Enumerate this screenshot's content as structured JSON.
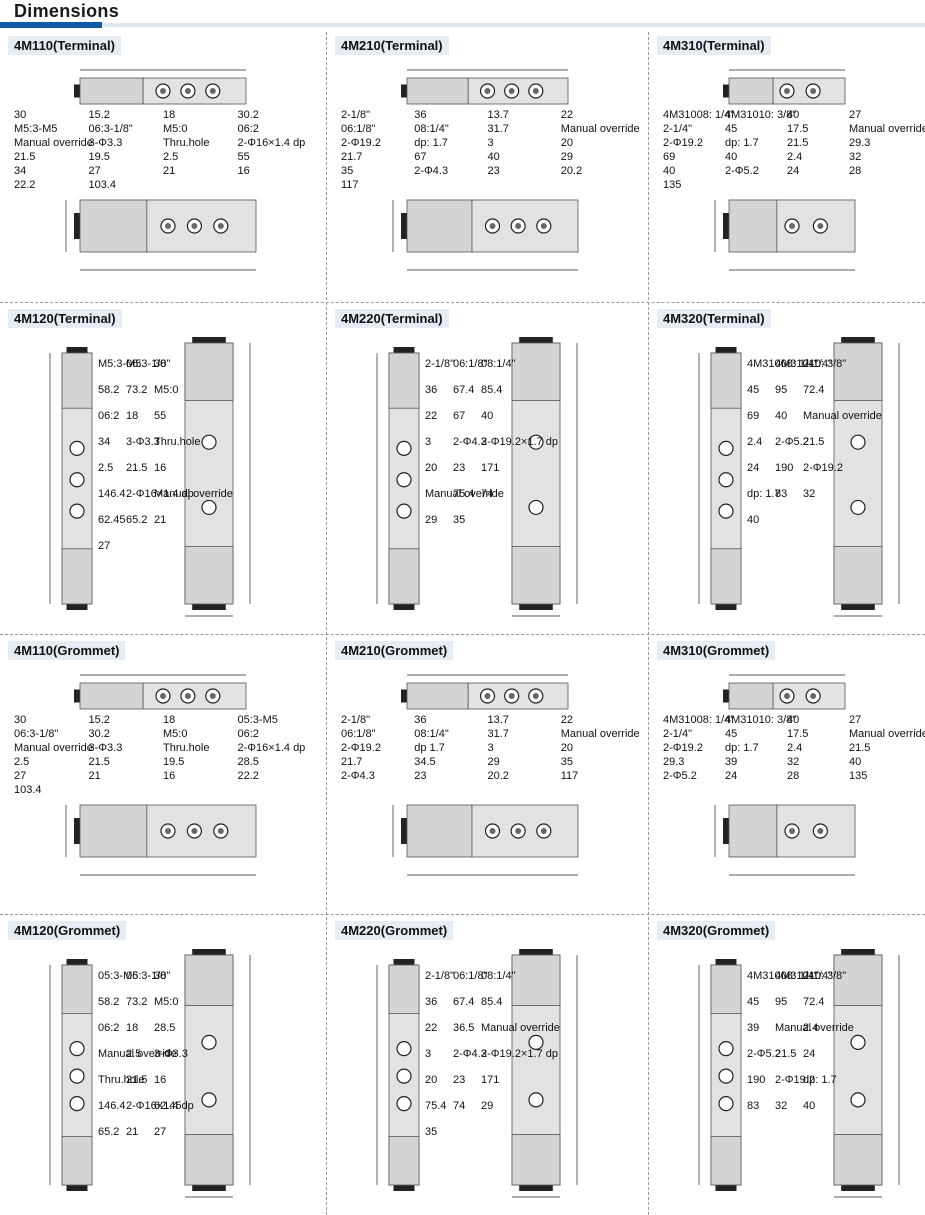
{
  "header": {
    "title": "Dimensions"
  },
  "colors": {
    "accent": "#0e5aa7",
    "label_bg": "#e6ecf3",
    "body": "#d4d4d4"
  },
  "cells": [
    {
      "title": "4M110(Terminal)",
      "dims": [
        "30",
        "15.2",
        "18",
        "30.2",
        "M5:3-M5",
        "06:3-1/8\"",
        "M5:0",
        "06:2",
        "Manual override",
        "3-Φ3.3",
        "Thru.hole",
        "2-Φ16×1.4 dp",
        "21.5",
        "19.5",
        "2.5",
        "55",
        "34",
        "27",
        "21",
        "16",
        "22.2",
        "103.4"
      ]
    },
    {
      "title": "4M210(Terminal)",
      "dims": [
        "2-1/8\"",
        "36",
        "13.7",
        "22",
        "06:1/8\"",
        "08:1/4\"",
        "31.7",
        "Manual override",
        "2-Φ19.2",
        "dp: 1.7",
        "3",
        "20",
        "21.7",
        "67",
        "40",
        "29",
        "35",
        "2-Φ4.3",
        "23",
        "20.2",
        "117"
      ]
    },
    {
      "title": "4M310(Terminal)",
      "dims": [
        "4M31008: 1/4\"",
        "4M31010: 3/8\"",
        "40",
        "27",
        "2-1/4\"",
        "45",
        "17.5",
        "Manual override",
        "2-Φ19.2",
        "dp: 1.7",
        "21.5",
        "29.3",
        "69",
        "40",
        "2.4",
        "32",
        "40",
        "2-Φ5.2",
        "24",
        "28",
        "135"
      ]
    },
    {
      "title": "4M120(Terminal)",
      "dims": [
        "M5:3-M5",
        "06:3-1/8\"",
        "30",
        "58.2",
        "73.2",
        "M5:0",
        "06:2",
        "18",
        "55",
        "34",
        "3-Φ3.3",
        "Thru.hole",
        "2.5",
        "21.5",
        "16",
        "146.4",
        "2-Φ16×1.4 dp",
        "Manual override",
        "62.45",
        "65.2",
        "21",
        "27"
      ]
    },
    {
      "title": "4M220(Terminal)",
      "dims": [
        "2-1/8\"",
        "06:1/8\"",
        "08:1/4\"",
        "36",
        "67.4",
        "85.4",
        "22",
        "67",
        "40",
        "3",
        "2-Φ4.3",
        "2-Φ19.2×1.7 dp",
        "20",
        "23",
        "171",
        "Manual override",
        "75.4",
        "74",
        "29",
        "35"
      ]
    },
    {
      "title": "4M320(Terminal)",
      "dims": [
        "4M31008: 1/4\"",
        "4M31010: 3/8\"",
        "2-1/4\"",
        "45",
        "95",
        "72.4",
        "69",
        "40",
        "Manual override",
        "2.4",
        "2-Φ5.2",
        "21.5",
        "24",
        "190",
        "2-Φ19.2",
        "dp: 1.7",
        "83",
        "32",
        "40"
      ]
    },
    {
      "title": "4M110(Grommet)",
      "dims": [
        "30",
        "15.2",
        "18",
        "05:3-M5",
        "06:3-1/8\"",
        "30.2",
        "M5:0",
        "06:2",
        "Manual override",
        "3-Φ3.3",
        "Thru.hole",
        "2-Φ16×1.4 dp",
        "2.5",
        "21.5",
        "19.5",
        "28.5",
        "27",
        "21",
        "16",
        "22.2",
        "103.4"
      ]
    },
    {
      "title": "4M210(Grommet)",
      "dims": [
        "2-1/8\"",
        "36",
        "13.7",
        "22",
        "06:1/8\"",
        "08:1/4\"",
        "31.7",
        "Manual override",
        "2-Φ19.2",
        "dp 1.7",
        "3",
        "20",
        "21.7",
        "34.5",
        "29",
        "35",
        "2-Φ4.3",
        "23",
        "20.2",
        "117"
      ]
    },
    {
      "title": "4M310(Grommet)",
      "dims": [
        "4M31008: 1/4\"",
        "4M31010: 3/8\"",
        "40",
        "27",
        "2-1/4\"",
        "45",
        "17.5",
        "Manual override",
        "2-Φ19.2",
        "dp: 1.7",
        "2.4",
        "21.5",
        "29.3",
        "39",
        "32",
        "40",
        "2-Φ5.2",
        "24",
        "28",
        "135"
      ]
    },
    {
      "title": "4M120(Grommet)",
      "dims": [
        "05:3-M5",
        "06:3-1/8\"",
        "30",
        "58.2",
        "73.2",
        "M5:0",
        "06:2",
        "18",
        "28.5",
        "Manual override",
        "2.5",
        "3-Φ3.3",
        "Thru.hole",
        "21.5",
        "16",
        "146.4",
        "2-Φ16×1.4 dp",
        "62.45",
        "65.2",
        "21",
        "27"
      ]
    },
    {
      "title": "4M220(Grommet)",
      "dims": [
        "2-1/8\"",
        "06:1/8\"",
        "08:1/4\"",
        "36",
        "67.4",
        "85.4",
        "22",
        "36.5",
        "Manual override",
        "3",
        "2-Φ4.3",
        "2-Φ19.2×1.7 dp",
        "20",
        "23",
        "171",
        "75.4",
        "74",
        "29",
        "35"
      ]
    },
    {
      "title": "4M320(Grommet)",
      "dims": [
        "4M31008: 1/4\"",
        "4M31010: 3/8\"",
        "2-1/4\"",
        "45",
        "95",
        "72.4",
        "39",
        "Manual override",
        "2.4",
        "2-Φ5.2",
        "21.5",
        "24",
        "190",
        "2-Φ19.2",
        "dp: 1.7",
        "83",
        "32",
        "40"
      ]
    }
  ]
}
